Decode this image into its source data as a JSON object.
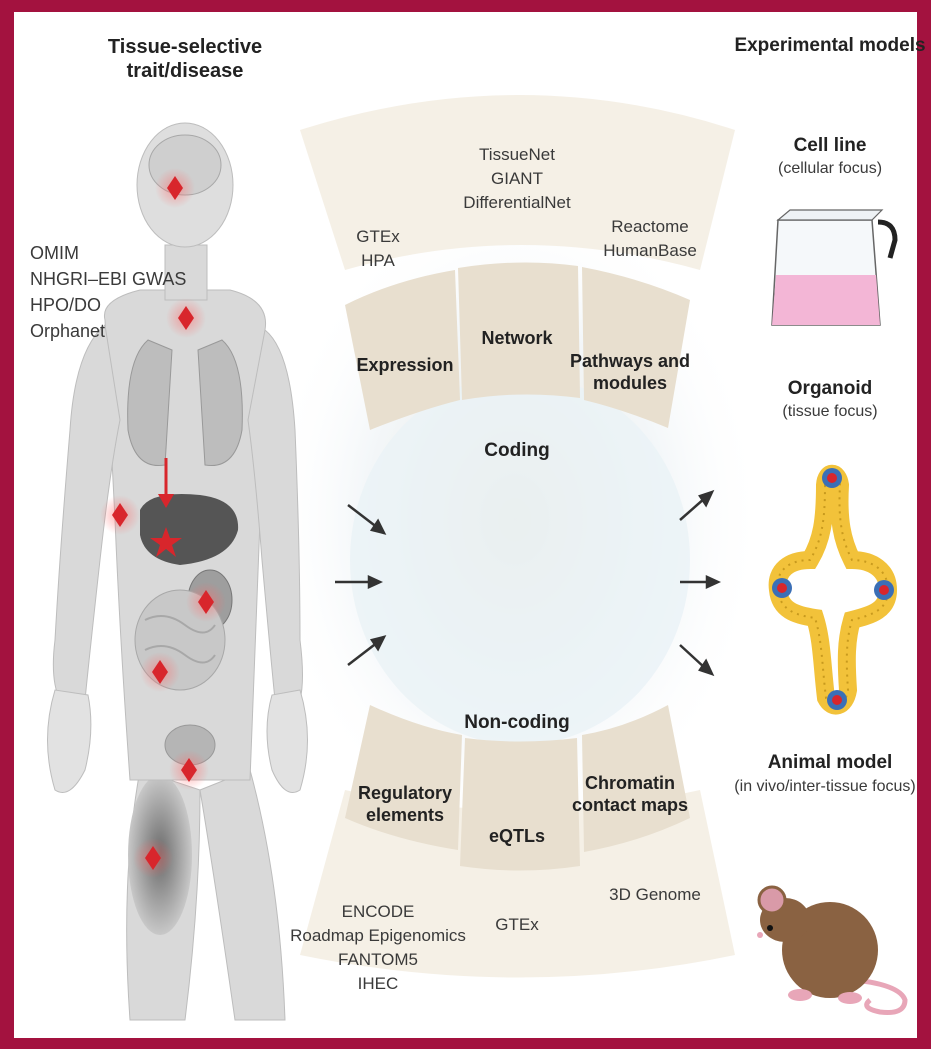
{
  "titles": {
    "left": "Tissue-selective\ntrait/disease",
    "right": "Experimental models"
  },
  "databases_left": [
    "OMIM",
    "NHGRI–EBI GWAS",
    "HPO/DO",
    "Orphanet"
  ],
  "coding": {
    "center_label": "Coding",
    "segments": [
      "Expression",
      "Network",
      "Pathways and\nmodules"
    ],
    "resources": {
      "expression": "GTEx\nHPA",
      "network": "TissueNet\nGIANT\nDifferentialNet",
      "pathways": "Reactome\nHumanBase"
    }
  },
  "noncoding": {
    "center_label": "Non-coding",
    "segments": [
      "Regulatory\nelements",
      "eQTLs",
      "Chromatin\ncontact maps"
    ],
    "resources": {
      "regulatory": "ENCODE\nRoadmap Epigenomics\nFANTOM5\nIHEC",
      "eqtls": "GTEx",
      "chromatin": "3D Genome"
    }
  },
  "models": [
    {
      "name": "Cell line",
      "focus": "(cellular focus)"
    },
    {
      "name": "Organoid",
      "focus": "(tissue focus)"
    },
    {
      "name": "Animal model",
      "focus": "(in vivo/inter-tissue focus)"
    }
  ],
  "colors": {
    "frame": "#a3123f",
    "segment": "#e8dfcf",
    "marker": "#d8262c",
    "body": "#d9d9d9",
    "organ_dark": "#555555",
    "cell_medium": "#f3b6d6",
    "organoid_yellow": "#f2c23a",
    "organoid_blue": "#3b6fb6",
    "mouse": "#8a6242"
  }
}
